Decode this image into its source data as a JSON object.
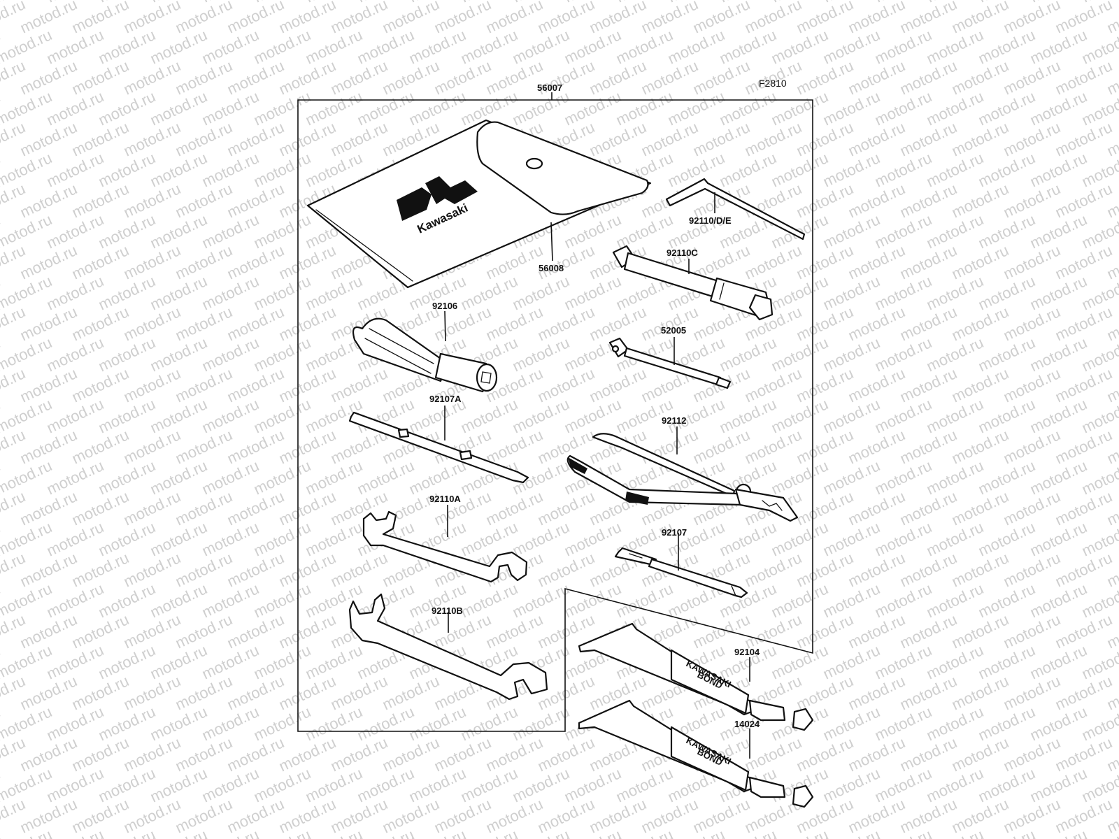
{
  "figure_code": "F2810",
  "watermark": "motod.ru",
  "pouch_logo_text": "Kawasaki",
  "tube_labels": {
    "line1": "KAWASAKI",
    "line2": "BOND"
  },
  "parts": {
    "kit": "56007",
    "pouch": "56008",
    "hex_key": "92110/D/E",
    "plug_wrench": "92110C",
    "adjuster_tool": "52005",
    "handle": "92106",
    "screwdriver_bit_a": "92107A",
    "pliers": "92112",
    "wrench_a": "92110A",
    "screwdriver": "92107",
    "wrench_b": "92110B",
    "bond_a": "92104",
    "bond_b": "14024"
  },
  "colors": {
    "ink": "#111111",
    "watermark": "#cfcfcf",
    "paper": "#ffffff"
  }
}
